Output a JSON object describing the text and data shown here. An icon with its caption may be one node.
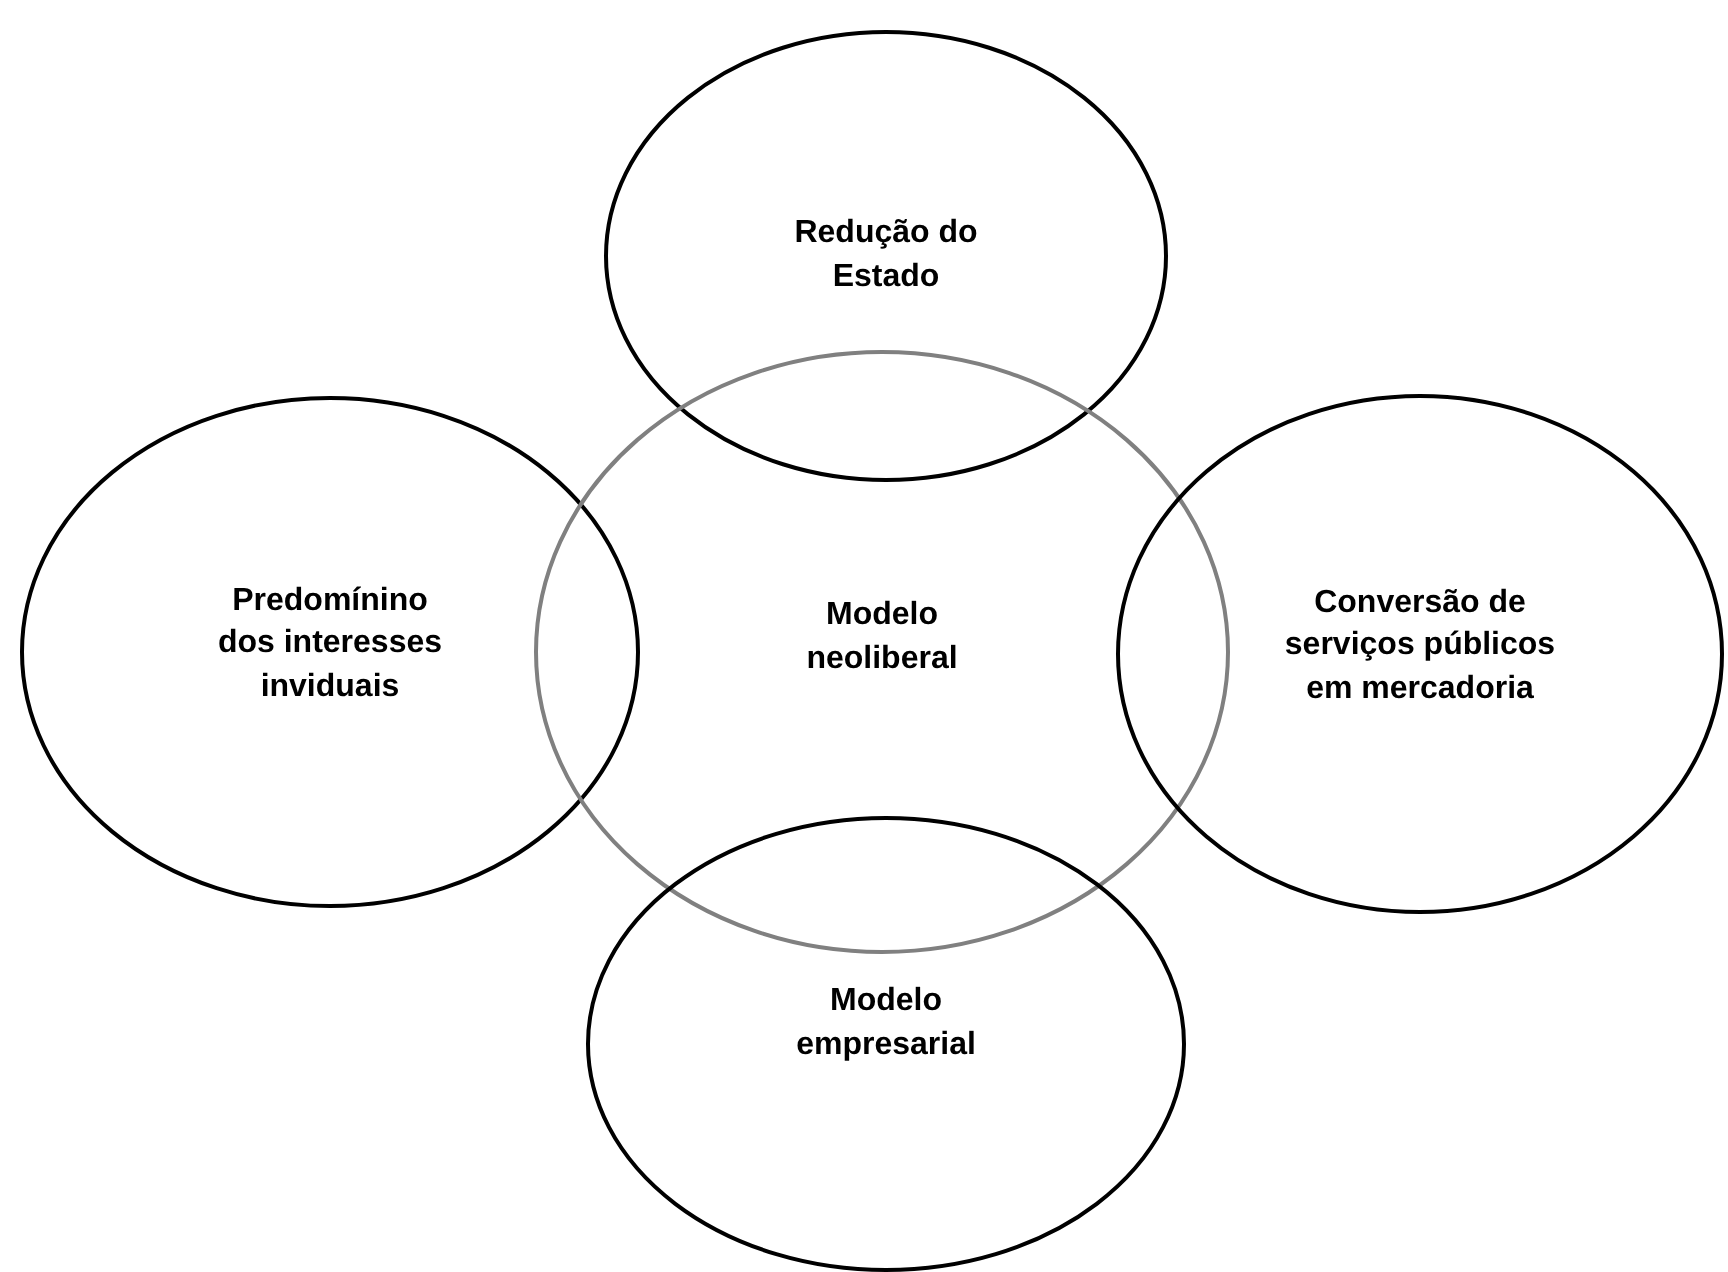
{
  "diagram": {
    "nodes": [
      {
        "text": [
          "Redução do Estado"
        ]
      },
      {
        "text": [
          "Predomínino dos interesses inviduais"
        ]
      },
      {
        "text": [
          "Modelo neoliberal"
        ]
      },
      {
        "text": [
          "Conversão de serviços públicos em mercadoria"
        ]
      },
      {
        "text": [
          "Modelo empresarial"
        ]
      }
    ]
  }
}
